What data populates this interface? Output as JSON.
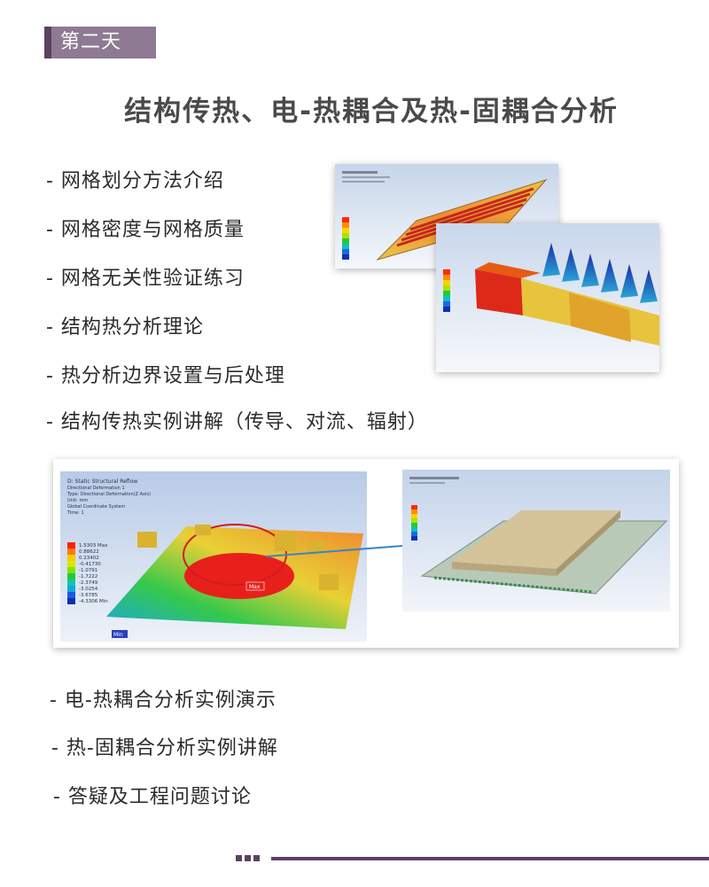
{
  "day_tag": "第二天",
  "title": "结构传热、电-热耦合及热-固耦合分析",
  "topics_top": [
    "- 网格划分方法介绍",
    "- 网格密度与网格质量",
    "- 网格无关性验证练习",
    "- 结构热分析理论",
    "- 热分析边界设置与后处理",
    "- 结构传热实例讲解（传导、对流、辐射）"
  ],
  "topics_bottom": [
    "- 电-热耦合分析实例演示",
    "- 热-固耦合分析实例讲解",
    "- 答疑及工程问题讨论"
  ],
  "figure_fem": {
    "header": [
      "D: Static Structural Reflow",
      "Directional Deformation 1",
      "Type: Directional Deformation(Z Axis)",
      "Unit: mm",
      "Global Coordinate System",
      "Time: 1"
    ],
    "legend_values": [
      "1.5303 Max",
      "0.88622",
      "0.23402",
      "-0.41730",
      "-1.0791",
      "-1.7222",
      "-2.3749",
      "-3.0254",
      "-3.6785",
      "-4.3306 Min"
    ],
    "max_label": "Max",
    "min_label": "Min"
  },
  "colors": {
    "accent": "#5a4262",
    "tag_bg": "#8e7a93",
    "title_text": "#4a4a4a",
    "body_text": "#2b2b2b"
  }
}
